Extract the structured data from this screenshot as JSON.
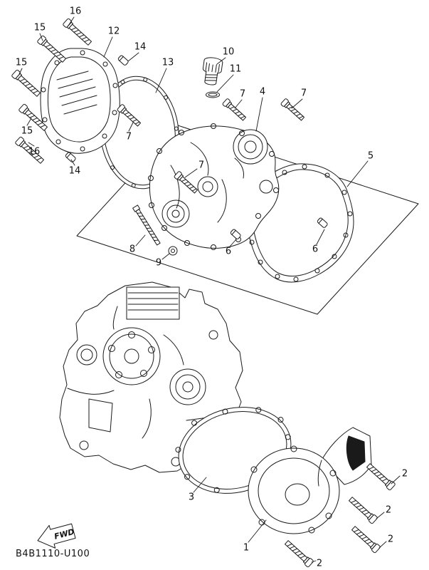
{
  "diagram": {
    "part_code": "B4B1110-U100",
    "fwd_label": "FWD",
    "type": "exploded-parts-diagram",
    "subject": "crankcase-cover-assembly"
  },
  "callouts": [
    {
      "label": "16"
    },
    {
      "label": "15"
    },
    {
      "label": "12"
    },
    {
      "label": "14"
    },
    {
      "label": "13"
    },
    {
      "label": "10"
    },
    {
      "label": "11"
    },
    {
      "label": "15"
    },
    {
      "label": "7"
    },
    {
      "label": "4"
    },
    {
      "label": "7"
    },
    {
      "label": "15"
    },
    {
      "label": "7"
    },
    {
      "label": "16"
    },
    {
      "label": "14"
    },
    {
      "label": "5"
    },
    {
      "label": "7"
    },
    {
      "label": "8"
    },
    {
      "label": "9"
    },
    {
      "label": "6"
    },
    {
      "label": "6"
    },
    {
      "label": "3"
    },
    {
      "label": "1"
    },
    {
      "label": "2"
    },
    {
      "label": "2"
    },
    {
      "label": "2"
    },
    {
      "label": "2"
    }
  ]
}
